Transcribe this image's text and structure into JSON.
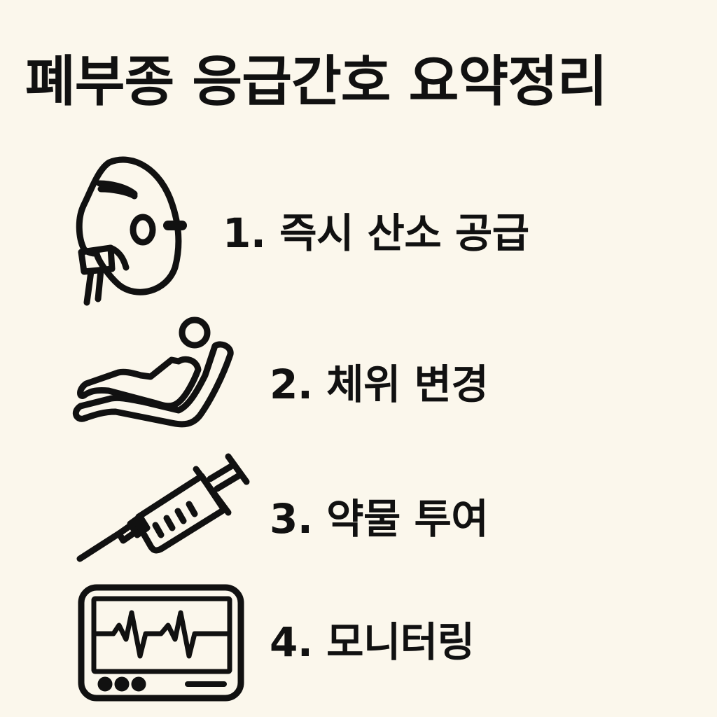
{
  "title": "폐부종 응급간호 요약정리",
  "colors": {
    "background": "#fbf7ec",
    "ink": "#111111"
  },
  "steps": [
    {
      "number": "1.",
      "text": "즉시 산소 공급",
      "label": "1. 즉시 산소 공급",
      "icon": "oxygen-mask-icon"
    },
    {
      "number": "2.",
      "text": "체위 변경",
      "label": "2. 체위 변경",
      "icon": "reclining-position-icon"
    },
    {
      "number": "3.",
      "text": "약물 투여",
      "label": "3. 약물 투여",
      "icon": "syringe-icon"
    },
    {
      "number": "4.",
      "text": "모니터링",
      "label": "4. 모니터링",
      "icon": "heart-monitor-icon"
    }
  ]
}
